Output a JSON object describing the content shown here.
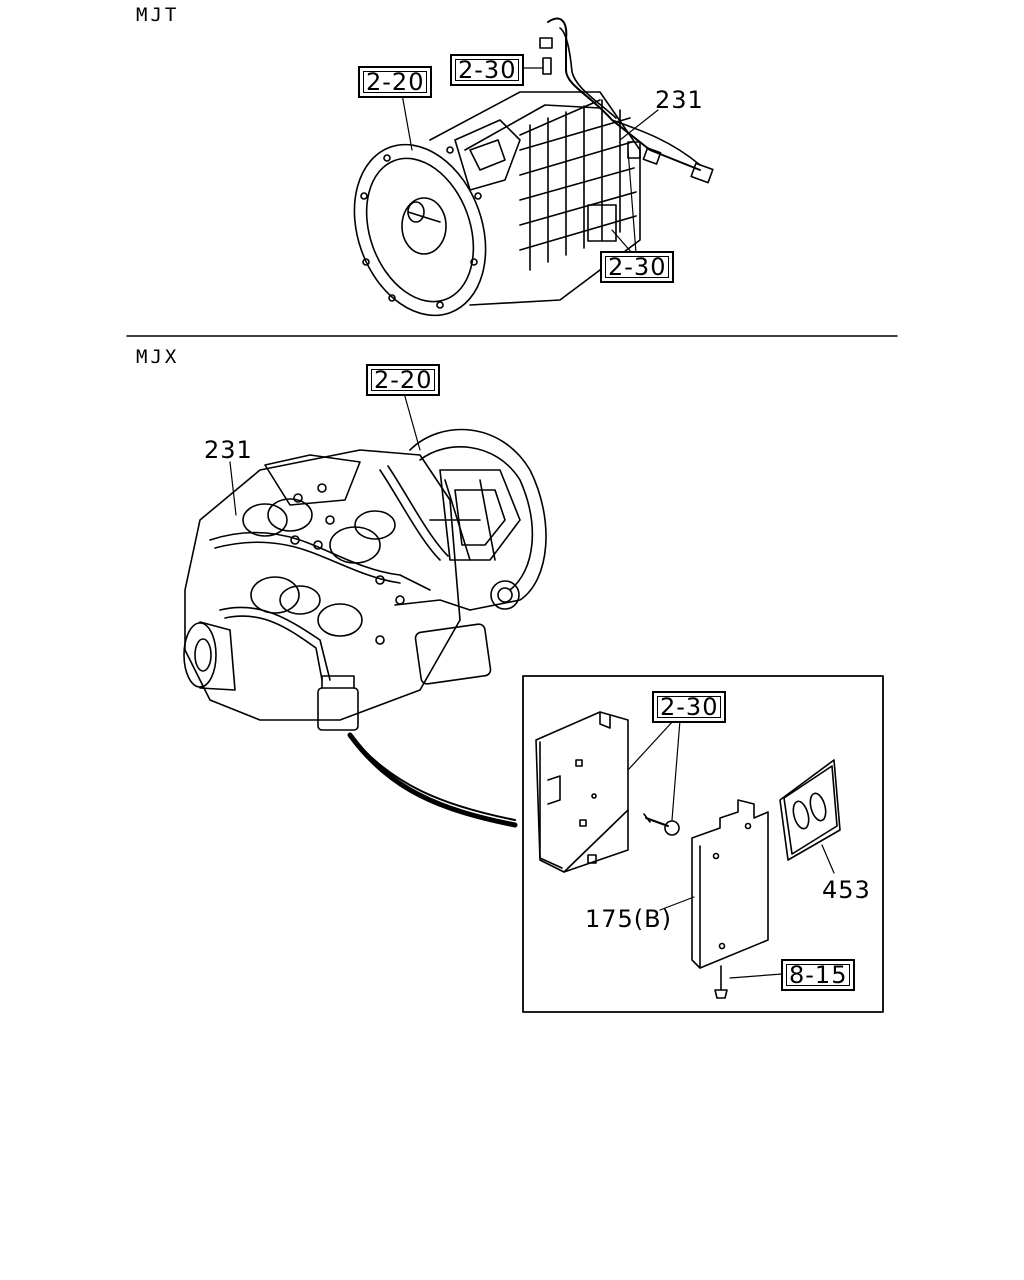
{
  "sections": {
    "top": {
      "label": "MJT"
    },
    "bottom": {
      "label": "MJX"
    }
  },
  "callouts": {
    "top_ref_2_20": "2-20",
    "top_ref_2_30_upper": "2-30",
    "top_part_231": "231",
    "top_ref_2_30_lower": "2-30",
    "bottom_ref_2_20": "2-20",
    "bottom_part_231": "231",
    "detail_ref_2_30": "2-30",
    "detail_part_453": "453",
    "detail_part_175b": "175(B)",
    "detail_ref_8_15": "8-15"
  }
}
